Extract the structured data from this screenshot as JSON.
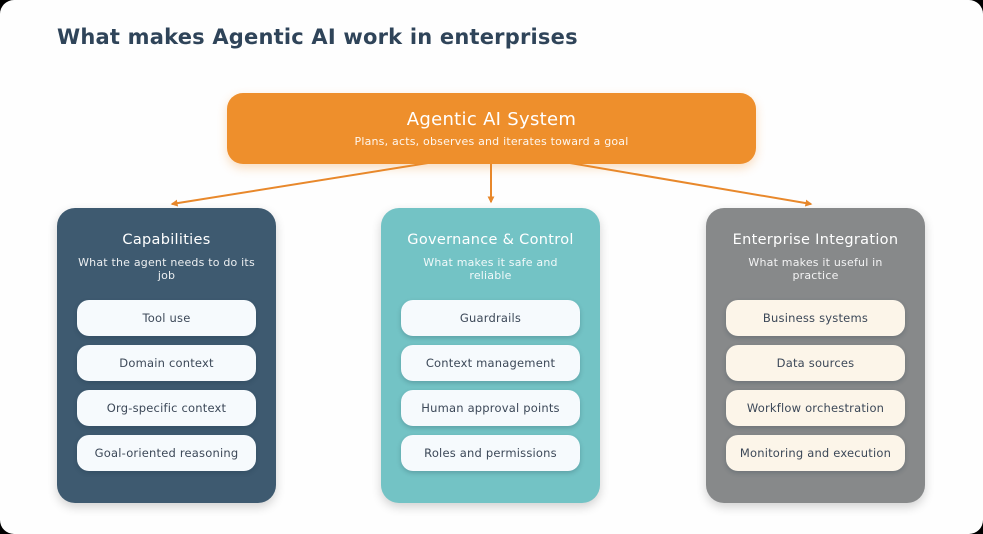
{
  "page": {
    "title": "What makes Agentic AI work in enterprises"
  },
  "colors": {
    "accent_orange": "#EE8F2C",
    "connector_orange": "#E8882B",
    "capabilities_slate": "#3E5A70",
    "governance_teal": "#73C3C5",
    "enterprise_gray": "#87898A",
    "pill_light": "#F6FAFD",
    "pill_cream": "#FCF5E9",
    "title_navy": "#2F4459"
  },
  "root_node": {
    "title": "Agentic AI System",
    "subtitle": "Plans, acts, observes and iterates toward a goal"
  },
  "columns": [
    {
      "title": "Capabilities",
      "subtitle": "What the agent needs to do its job",
      "items": [
        "Tool use",
        "Domain context",
        "Org-specific context",
        "Goal-oriented reasoning"
      ]
    },
    {
      "title": "Governance & Control",
      "subtitle": "What makes it safe and reliable",
      "items": [
        "Guardrails",
        "Context management",
        "Human approval points",
        "Roles and permissions"
      ]
    },
    {
      "title": "Enterprise Integration",
      "subtitle": "What makes it useful in practice",
      "items": [
        "Business systems",
        "Data sources",
        "Workflow orchestration",
        "Monitoring and execution"
      ]
    }
  ]
}
